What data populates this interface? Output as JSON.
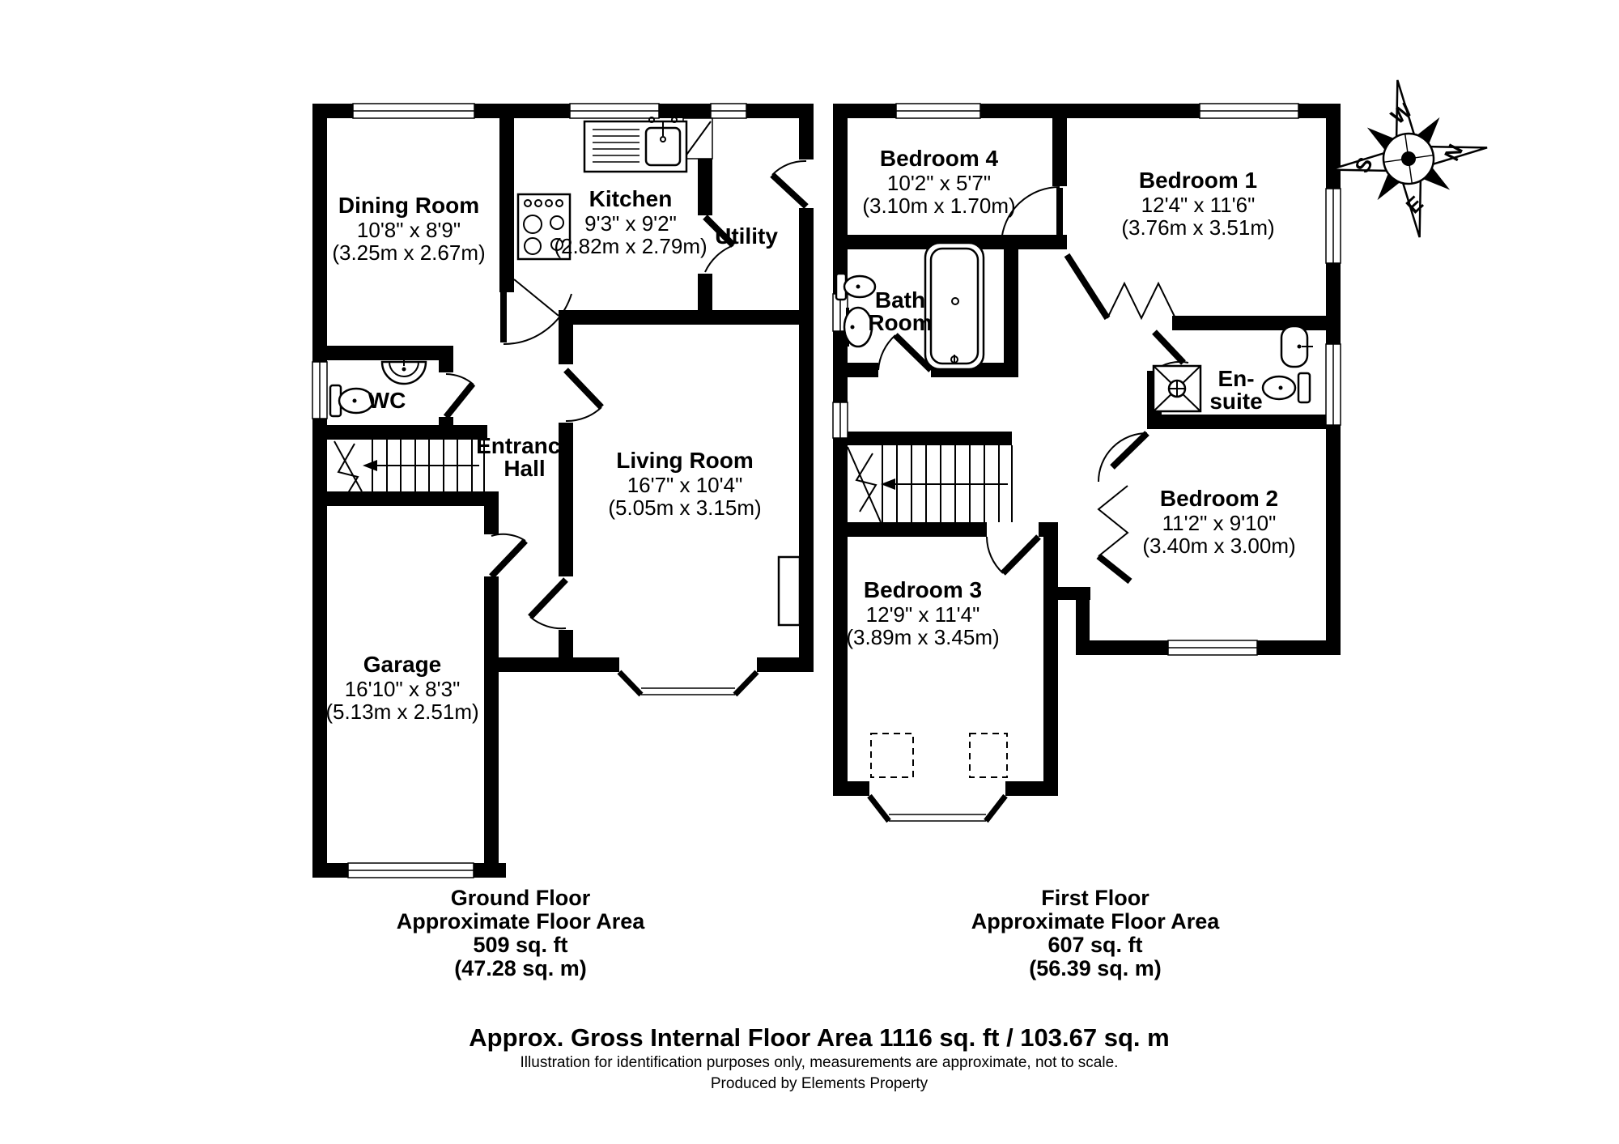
{
  "page": {
    "background": "#ffffff",
    "wall_color": "#000000"
  },
  "rooms": {
    "dining": {
      "name": "Dining Room",
      "imperial": "10'8\" x 8'9\"",
      "metric": "(3.25m x 2.67m)"
    },
    "kitchen": {
      "name": "Kitchen",
      "imperial": "9'3\" x 9'2\"",
      "metric": "(2.82m x 2.79m)"
    },
    "utility": {
      "name": "Utility"
    },
    "wc": {
      "name": "WC"
    },
    "entrance_hall": {
      "line1": "Entrance",
      "line2": "Hall"
    },
    "living": {
      "name": "Living Room",
      "imperial": "16'7\" x 10'4\"",
      "metric": "(5.05m x 3.15m)"
    },
    "garage": {
      "name": "Garage",
      "imperial": "16'10\" x 8'3\"",
      "metric": "(5.13m x 2.51m)"
    },
    "bedroom4": {
      "name": "Bedroom 4",
      "imperial": "10'2\" x 5'7\"",
      "metric": "(3.10m x 1.70m)"
    },
    "bedroom1": {
      "name": "Bedroom 1",
      "imperial": "12'4\" x 11'6\"",
      "metric": "(3.76m x 3.51m)"
    },
    "bathroom": {
      "line1": "Bath",
      "line2": "Room"
    },
    "ensuite": {
      "line1": "En-",
      "line2": "suite"
    },
    "bedroom2": {
      "name": "Bedroom 2",
      "imperial": "11'2\" x 9'10\"",
      "metric": "(3.40m x 3.00m)"
    },
    "bedroom3": {
      "name": "Bedroom 3",
      "imperial": "12'9\" x 11'4\"",
      "metric": "(3.89m x 3.45m)"
    }
  },
  "floors": {
    "ground": {
      "title": "Ground Floor",
      "subtitle": "Approximate Floor Area",
      "area_ft": "509 sq. ft",
      "area_m": "(47.28 sq. m)"
    },
    "first": {
      "title": "First Floor",
      "subtitle": "Approximate Floor Area",
      "area_ft": "607 sq. ft",
      "area_m": "(56.39 sq. m)"
    }
  },
  "footer": {
    "total": "Approx. Gross Internal Floor Area 1116 sq. ft / 103.67 sq. m",
    "disclaimer": "Illustration for identification purposes only, measurements are approximate, not to scale.",
    "producer": "Produced by Elements Property"
  },
  "compass": {
    "w": "W",
    "n": "N",
    "e": "E",
    "s": "S"
  }
}
